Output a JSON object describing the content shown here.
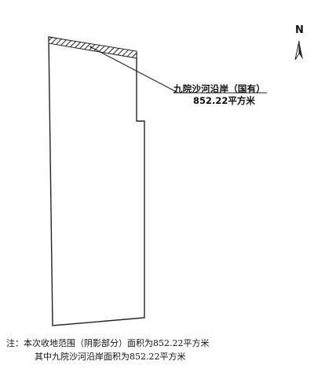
{
  "callout": {
    "name": "九院沙河沿岸（国有）",
    "area": "852.22平方米"
  },
  "north": {
    "letter": "N",
    "icon": "north-arrow-icon"
  },
  "note": {
    "line1": "注：本次收地范围（阴影部分）面积为852.22平方米",
    "line2": "其中九院沙河沿岸面积为852.22平方米"
  },
  "colors": {
    "line": "#222222",
    "background": "#ffffff"
  }
}
